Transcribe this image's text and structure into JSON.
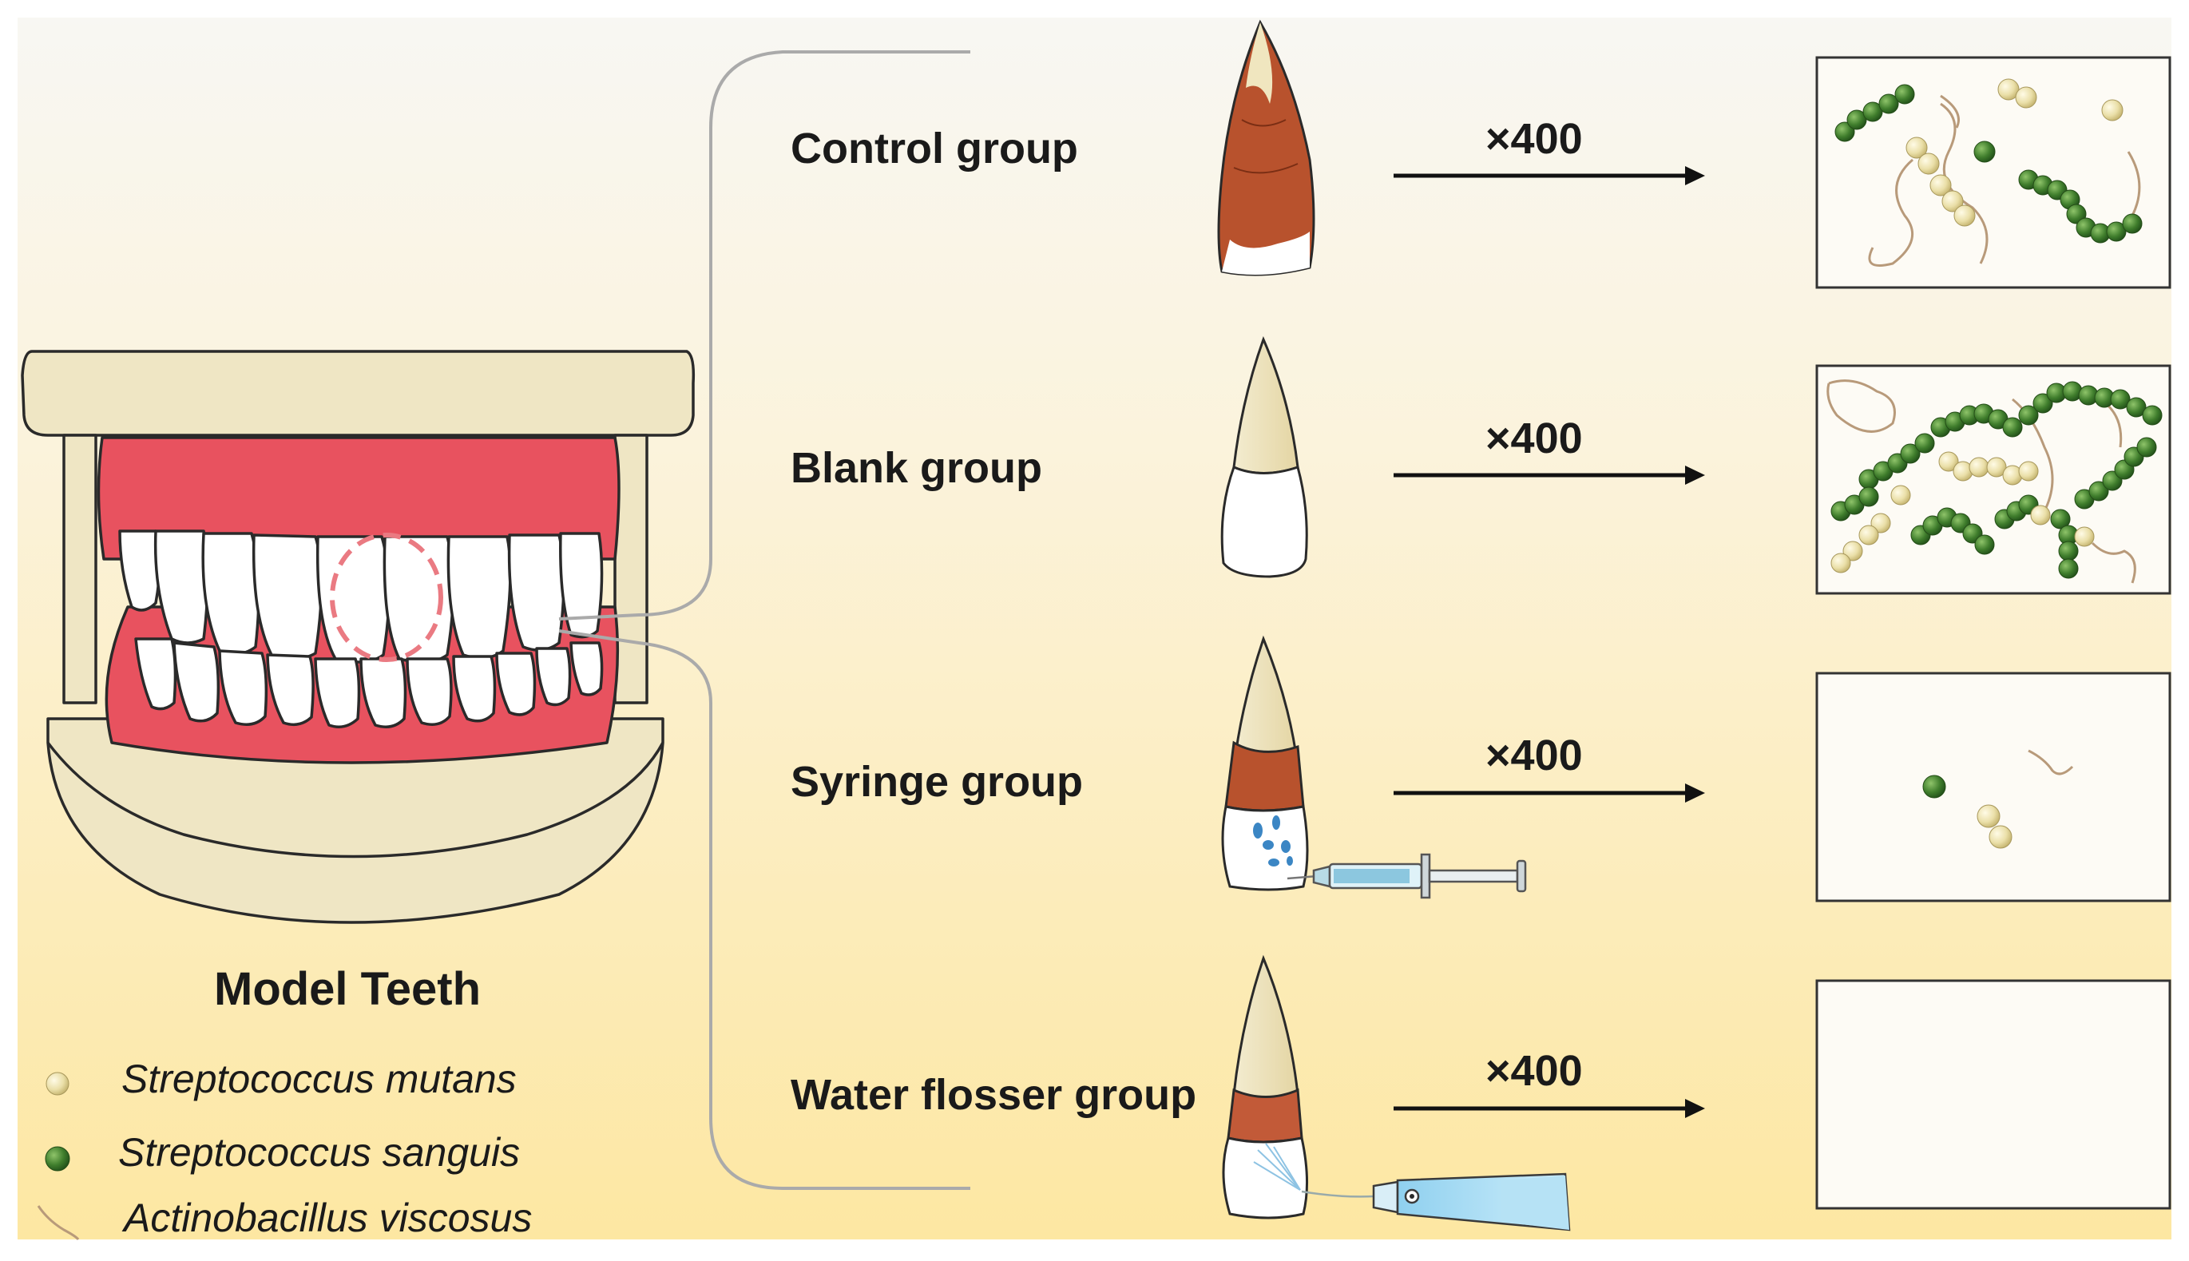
{
  "title": "Model Teeth",
  "groups": [
    {
      "label": "Control group",
      "magnification": "×400"
    },
    {
      "label": "Blank group",
      "magnification": "×400"
    },
    {
      "label": "Syringe group",
      "magnification": "×400"
    },
    {
      "label": "Water flosser group",
      "magnification": "×400"
    }
  ],
  "legend": [
    {
      "label": "Streptococcus mutans",
      "icon": "yellow-coccus-icon",
      "color": "#eadfa8"
    },
    {
      "label": "Streptococcus sanguis",
      "icon": "green-coccus-icon",
      "color": "#3f7d2c"
    },
    {
      "label": "Actinobacillus viscosus",
      "icon": "rod-filament-icon",
      "color": "#b89a7a"
    }
  ],
  "colors": {
    "background_top": "#f7f6f1",
    "background_bottom": "#fde8a6",
    "gum": "#e8525f",
    "plaster": "#efe6c4",
    "tooth": "#ffffff",
    "plaque": "#b8522d",
    "panel": "#fdfbf5"
  }
}
